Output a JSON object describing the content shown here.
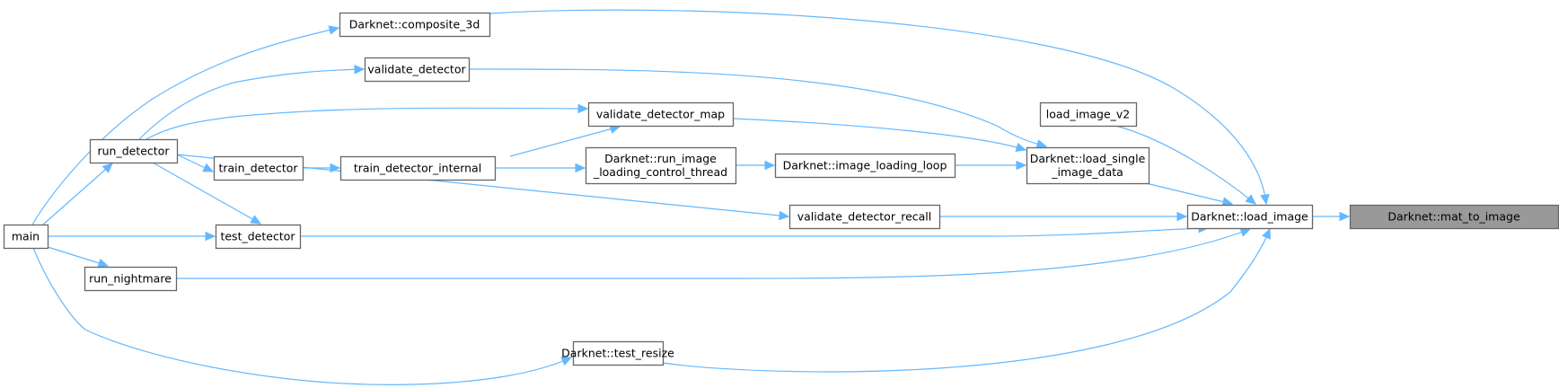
{
  "graph": {
    "title": "Darknet::mat_to_image caller graph",
    "edge_color": "#63b8ff",
    "highlight_fill": "#999999",
    "nodes": [
      {
        "id": "mat_to_image",
        "label": [
          "Darknet::mat_to_image"
        ],
        "highlight": true
      },
      {
        "id": "load_image",
        "label": [
          "Darknet::load_image"
        ]
      },
      {
        "id": "composite_3d",
        "label": [
          "Darknet::composite_3d"
        ]
      },
      {
        "id": "load_image_v2",
        "label": [
          "load_image_v2"
        ]
      },
      {
        "id": "load_single_image_data",
        "label": [
          "Darknet::load_single",
          "_image_data"
        ]
      },
      {
        "id": "validate_detector_recall",
        "label": [
          "validate_detector_recall"
        ]
      },
      {
        "id": "test_detector",
        "label": [
          "test_detector"
        ]
      },
      {
        "id": "run_nightmare",
        "label": [
          "run_nightmare"
        ]
      },
      {
        "id": "test_resize",
        "label": [
          "Darknet::test_resize"
        ]
      },
      {
        "id": "validate_detector",
        "label": [
          "validate_detector"
        ]
      },
      {
        "id": "validate_detector_map",
        "label": [
          "validate_detector_map"
        ]
      },
      {
        "id": "image_loading_loop",
        "label": [
          "Darknet::image_loading_loop"
        ]
      },
      {
        "id": "run_image_loading_control_thread",
        "label": [
          "Darknet::run_image",
          "_loading_control_thread"
        ]
      },
      {
        "id": "train_detector_internal",
        "label": [
          "train_detector_internal"
        ]
      },
      {
        "id": "train_detector",
        "label": [
          "train_detector"
        ]
      },
      {
        "id": "run_detector",
        "label": [
          "run_detector"
        ]
      },
      {
        "id": "main",
        "label": [
          "main"
        ]
      }
    ],
    "edges": [
      {
        "from": "load_image",
        "to": "mat_to_image"
      },
      {
        "from": "composite_3d",
        "to": "load_image"
      },
      {
        "from": "load_image_v2",
        "to": "load_image"
      },
      {
        "from": "load_single_image_data",
        "to": "load_image"
      },
      {
        "from": "validate_detector_recall",
        "to": "load_image"
      },
      {
        "from": "test_detector",
        "to": "load_image"
      },
      {
        "from": "run_nightmare",
        "to": "load_image"
      },
      {
        "from": "test_resize",
        "to": "load_image"
      },
      {
        "from": "validate_detector",
        "to": "load_single_image_data"
      },
      {
        "from": "validate_detector_map",
        "to": "load_single_image_data"
      },
      {
        "from": "image_loading_loop",
        "to": "load_single_image_data"
      },
      {
        "from": "run_image_loading_control_thread",
        "to": "image_loading_loop"
      },
      {
        "from": "train_detector_internal",
        "to": "run_image_loading_control_thread"
      },
      {
        "from": "train_detector_internal",
        "to": "validate_detector_map"
      },
      {
        "from": "train_detector",
        "to": "train_detector_internal"
      },
      {
        "from": "run_detector",
        "to": "train_detector"
      },
      {
        "from": "run_detector",
        "to": "validate_detector"
      },
      {
        "from": "run_detector",
        "to": "validate_detector_map"
      },
      {
        "from": "run_detector",
        "to": "validate_detector_recall"
      },
      {
        "from": "run_detector",
        "to": "test_detector"
      },
      {
        "from": "main",
        "to": "run_detector"
      },
      {
        "from": "main",
        "to": "composite_3d"
      },
      {
        "from": "main",
        "to": "test_detector"
      },
      {
        "from": "main",
        "to": "run_nightmare"
      },
      {
        "from": "main",
        "to": "test_resize"
      }
    ]
  }
}
